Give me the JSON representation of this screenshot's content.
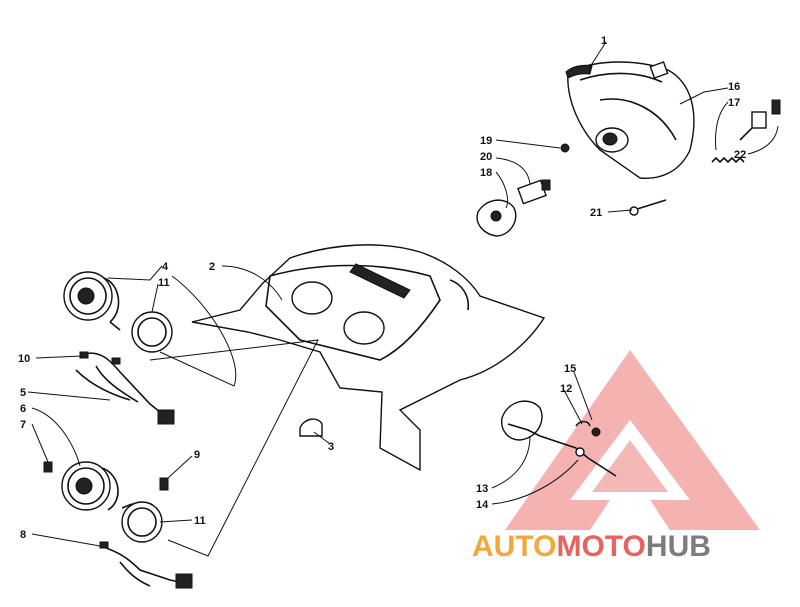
{
  "callouts": [
    "1",
    "2",
    "3",
    "4",
    "5",
    "6",
    "7",
    "8",
    "9",
    "10",
    "11",
    "11",
    "12",
    "13",
    "14",
    "15",
    "16",
    "17",
    "18",
    "19",
    "20",
    "21",
    "22"
  ],
  "watermark": {
    "part1": "AUTO",
    "part2": "MOTO",
    "part3": "HUB",
    "color_red": "#e8635f",
    "color_orange": "#f2a83a",
    "color_gray": "#7d7d7d"
  }
}
